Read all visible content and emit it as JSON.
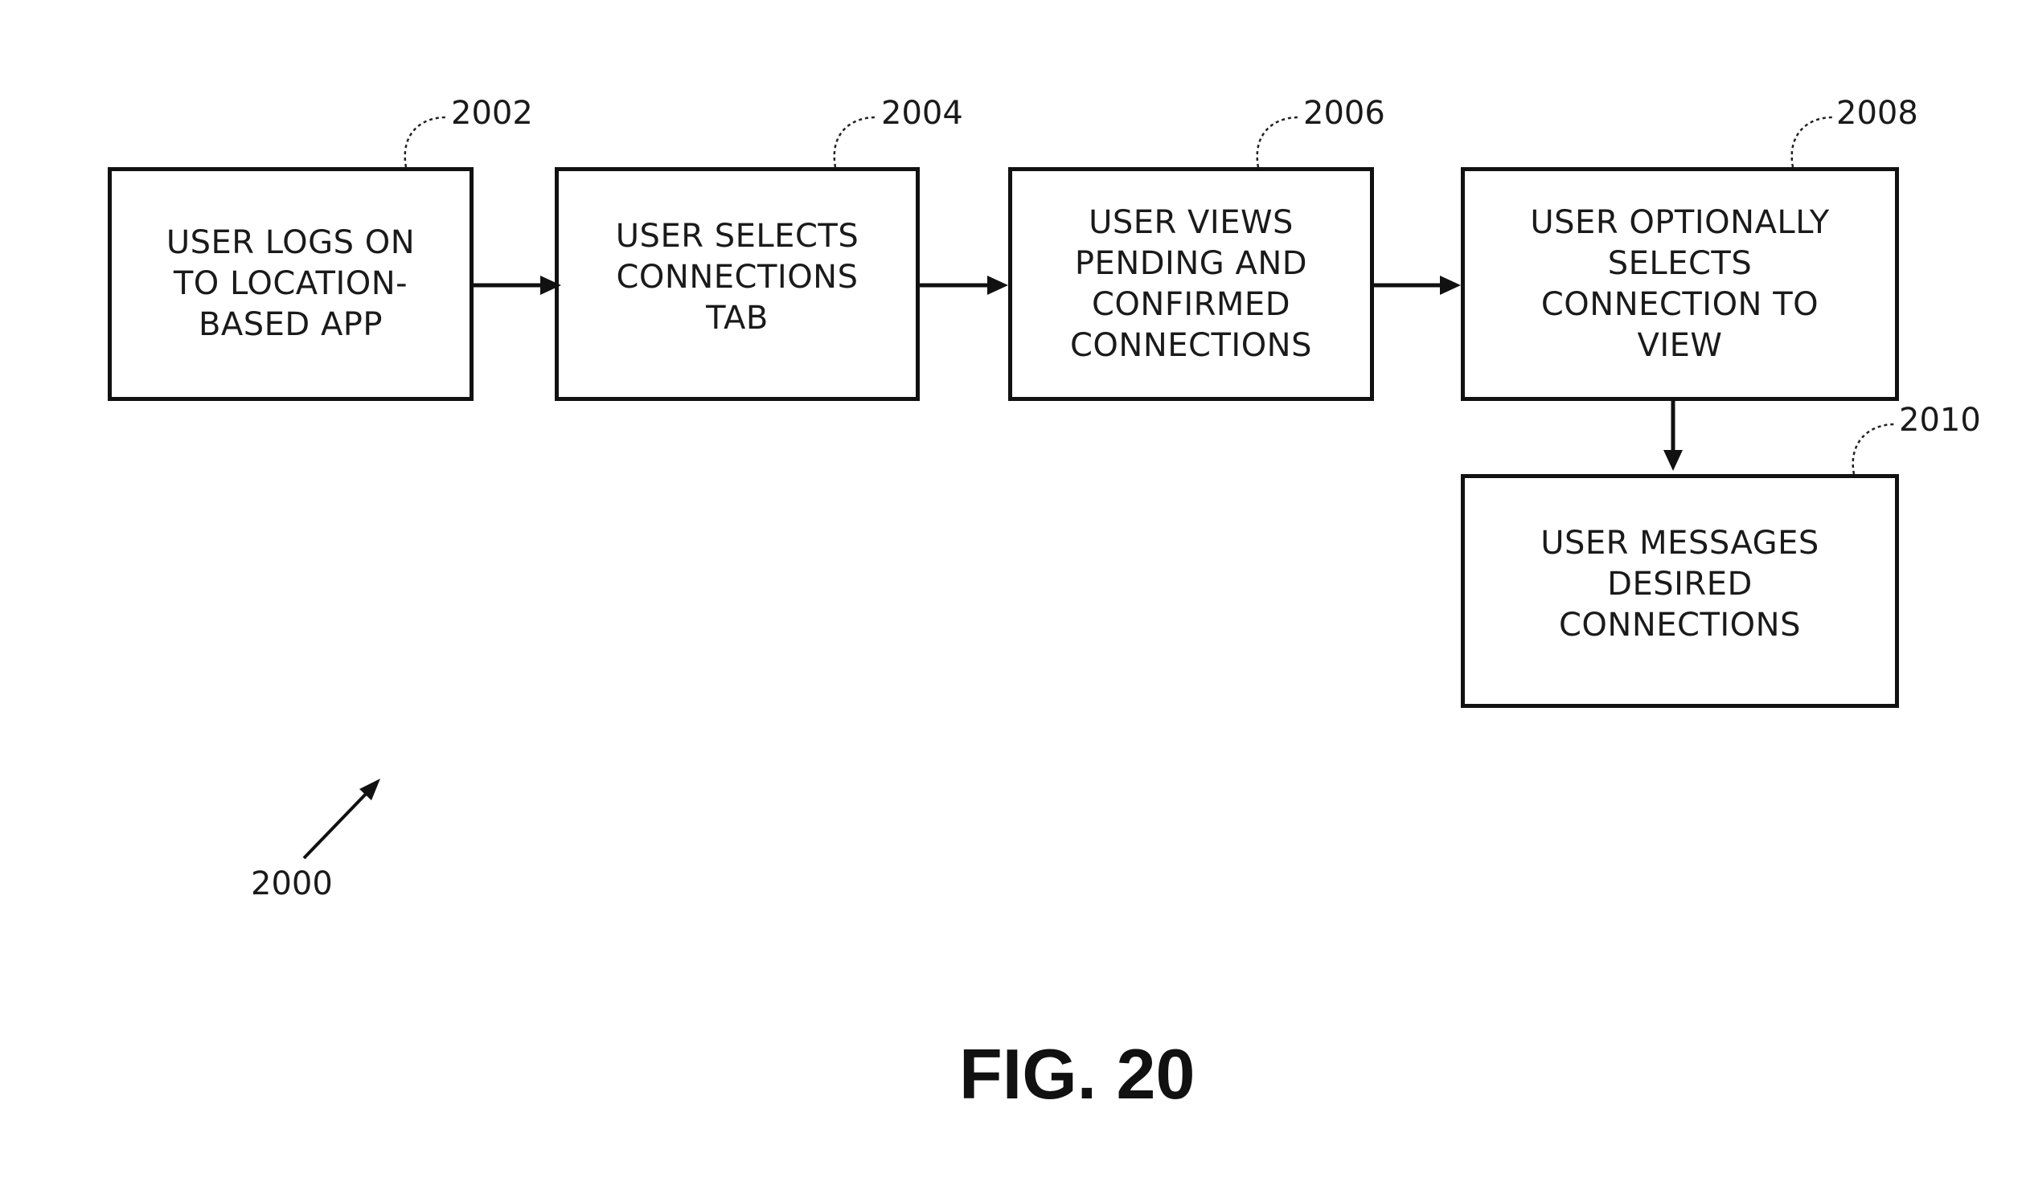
{
  "diagram": {
    "steps": [
      {
        "ref": "2002",
        "text": "USER LOGS ON\nTO LOCATION-\nBASED APP"
      },
      {
        "ref": "2004",
        "text": "USER SELECTS\nCONNECTIONS\nTAB"
      },
      {
        "ref": "2006",
        "text": "USER VIEWS\nPENDING AND\nCONFIRMED\nCONNECTIONS"
      },
      {
        "ref": "2008",
        "text": "USER OPTIONALLY\nSELECTS\nCONNECTION TO\nVIEW"
      },
      {
        "ref": "2010",
        "text": "USER MESSAGES\nDESIRED\nCONNECTIONS"
      }
    ],
    "overall_ref": "2000",
    "figure_label": "FIG. 20"
  }
}
